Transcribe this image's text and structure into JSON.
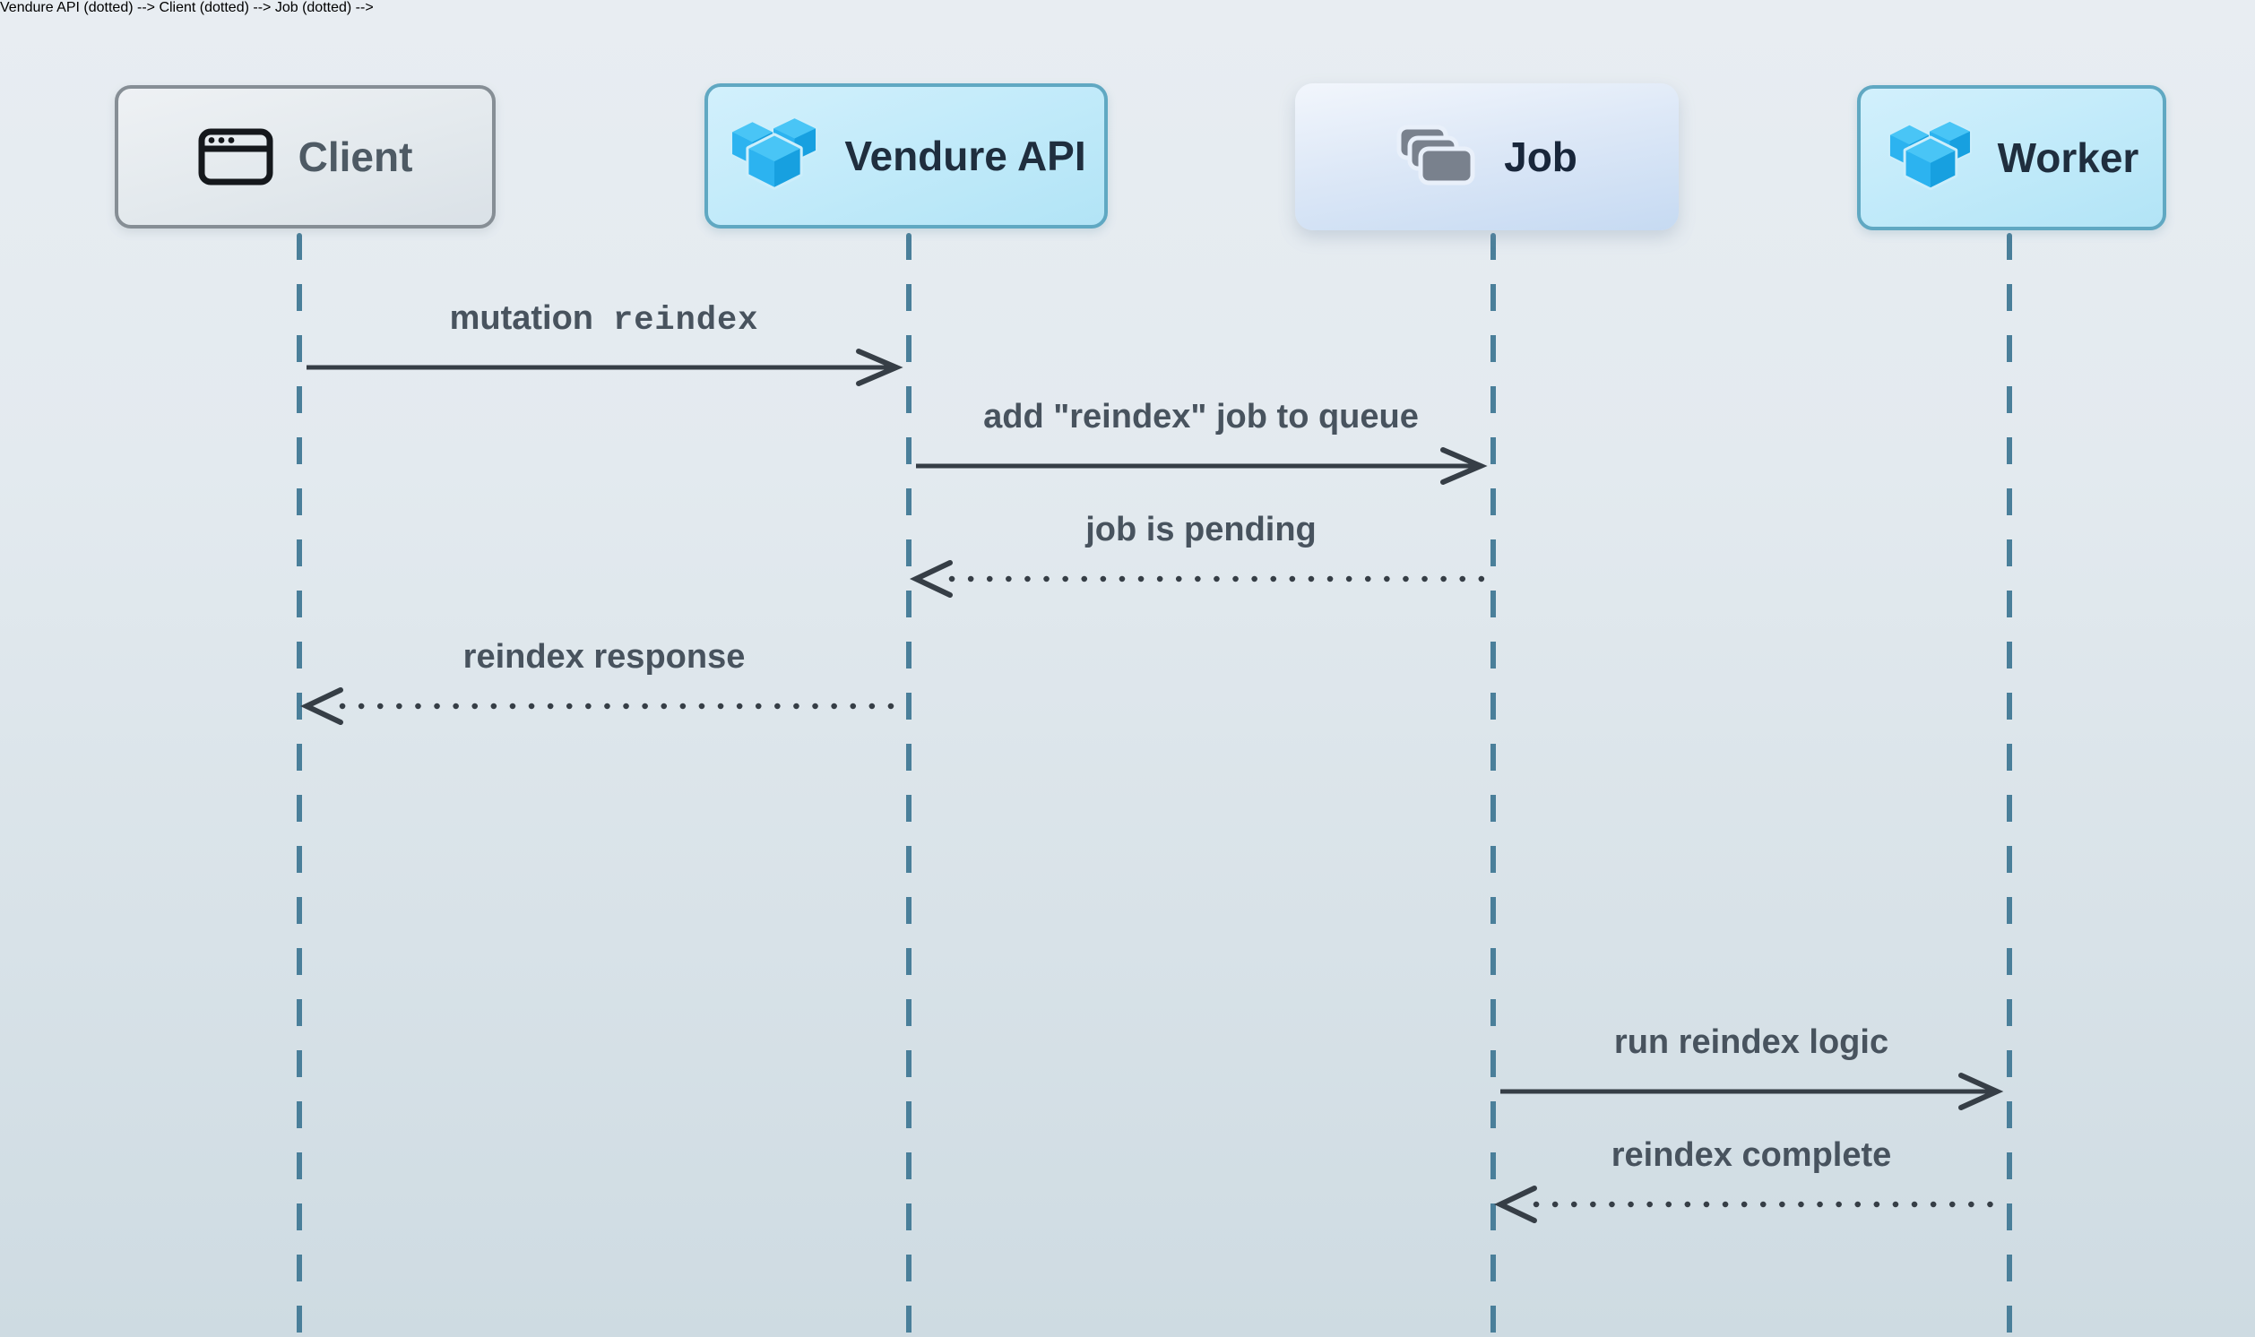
{
  "diagram": {
    "type": "sequence-diagram",
    "actors": [
      {
        "id": "client",
        "label": "Client",
        "icon": "browser-window-icon"
      },
      {
        "id": "vendure-api",
        "label": "Vendure API",
        "icon": "vendure-logo-icon"
      },
      {
        "id": "job",
        "label": "Job",
        "icon": "job-stack-icon"
      },
      {
        "id": "worker",
        "label": "Worker",
        "icon": "vendure-logo-icon"
      }
    ],
    "messages": [
      {
        "from": "Client",
        "to": "Vendure API",
        "label": "mutation",
        "code": "reindex",
        "line": "solid",
        "direction": "right"
      },
      {
        "from": "Vendure API",
        "to": "Job",
        "label": "add \"reindex\" job to queue",
        "line": "solid",
        "direction": "right"
      },
      {
        "from": "Job",
        "to": "Vendure API",
        "label": "job is pending",
        "line": "dotted",
        "direction": "left"
      },
      {
        "from": "Vendure API",
        "to": "Client",
        "label": "reindex response",
        "line": "dotted",
        "direction": "left"
      },
      {
        "from": "Job",
        "to": "Worker",
        "label": "run reindex logic",
        "line": "solid",
        "direction": "right"
      },
      {
        "from": "Worker",
        "to": "Job",
        "label": "reindex complete",
        "line": "dotted",
        "direction": "left"
      }
    ],
    "colors": {
      "background_top": "#e8edf2",
      "background_bottom": "#cedbe2",
      "lifeline": "#4a7f9a",
      "arrow": "#363e46",
      "message_text": "#48535e",
      "actor_text_dark": "#1f2e3e",
      "client_text": "#4e5a64",
      "client_border": "#868e95",
      "vendure_border": "#60a8c2",
      "vendure_blue_top": "#49c5f6",
      "vendure_blue_left": "#2cb3f0",
      "vendure_blue_right": "#17a0e0",
      "job_icon_gray": "#79818d"
    }
  }
}
